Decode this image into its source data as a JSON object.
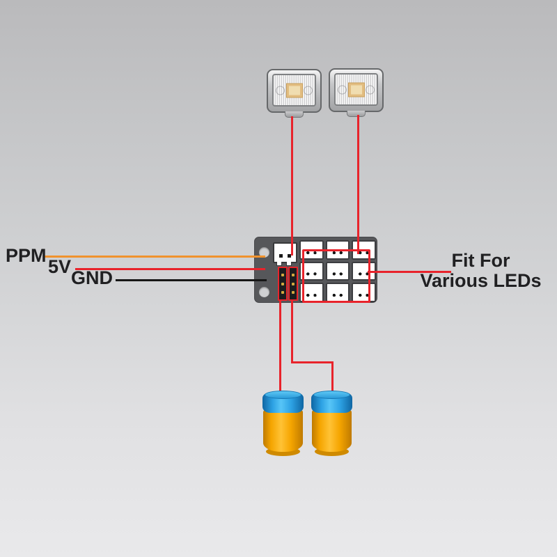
{
  "diagram": {
    "labels": {
      "ppm": "PPM",
      "v5": "5V",
      "gnd": "GND"
    },
    "callout": {
      "line1": "Fit For",
      "line2": "Various LEDs"
    }
  },
  "colors": {
    "background_top": "#bababc",
    "background_bottom": "#e9e9eb",
    "ppm_wire": "#f0922d",
    "v5_wire": "#e8232b",
    "gnd_wire": "#161616",
    "led_wire": "#e8232b",
    "highlight": "#e8232b",
    "board": "#56575a",
    "connector_face": "#ffffff",
    "led_chip": "#f0ddb0",
    "beacon_cap": "#2da2e4",
    "beacon_body": "#f5a500",
    "text": "#202022"
  },
  "board": {
    "output_rows": 3,
    "output_cols": 3,
    "header_pins": 3
  }
}
